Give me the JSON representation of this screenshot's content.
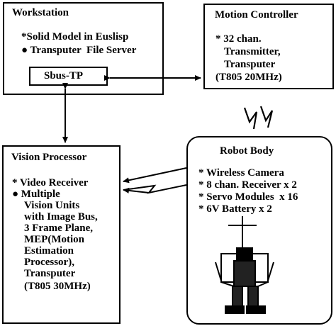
{
  "workstation": {
    "title": "Workstation",
    "line1": "*Solid Model in Euslisp",
    "line2": "● Transputer  File Server",
    "sbus": "Sbus-TP"
  },
  "motion_controller": {
    "title": "Motion Controller",
    "lines": [
      "* 32 chan.",
      "Transmitter,",
      "Transputer",
      "(T805 20MHz)"
    ]
  },
  "vision_processor": {
    "title": "Vision Processor",
    "line1": "* Video Receiver",
    "line2": "● Multiple",
    "lines": [
      "Vision Units",
      "with Image Bus,",
      "3 Frame Plane,",
      "MEP(Motion",
      "Estimation",
      "Processor),",
      "Transputer",
      "(T805 30MHz)"
    ]
  },
  "robot_body": {
    "title": "Robot Body",
    "lines": [
      "* Wireless Camera",
      "* 8 chan. Receiver x 2",
      "* Servo Modules  x 16",
      "* 6V Battery x 2"
    ]
  }
}
